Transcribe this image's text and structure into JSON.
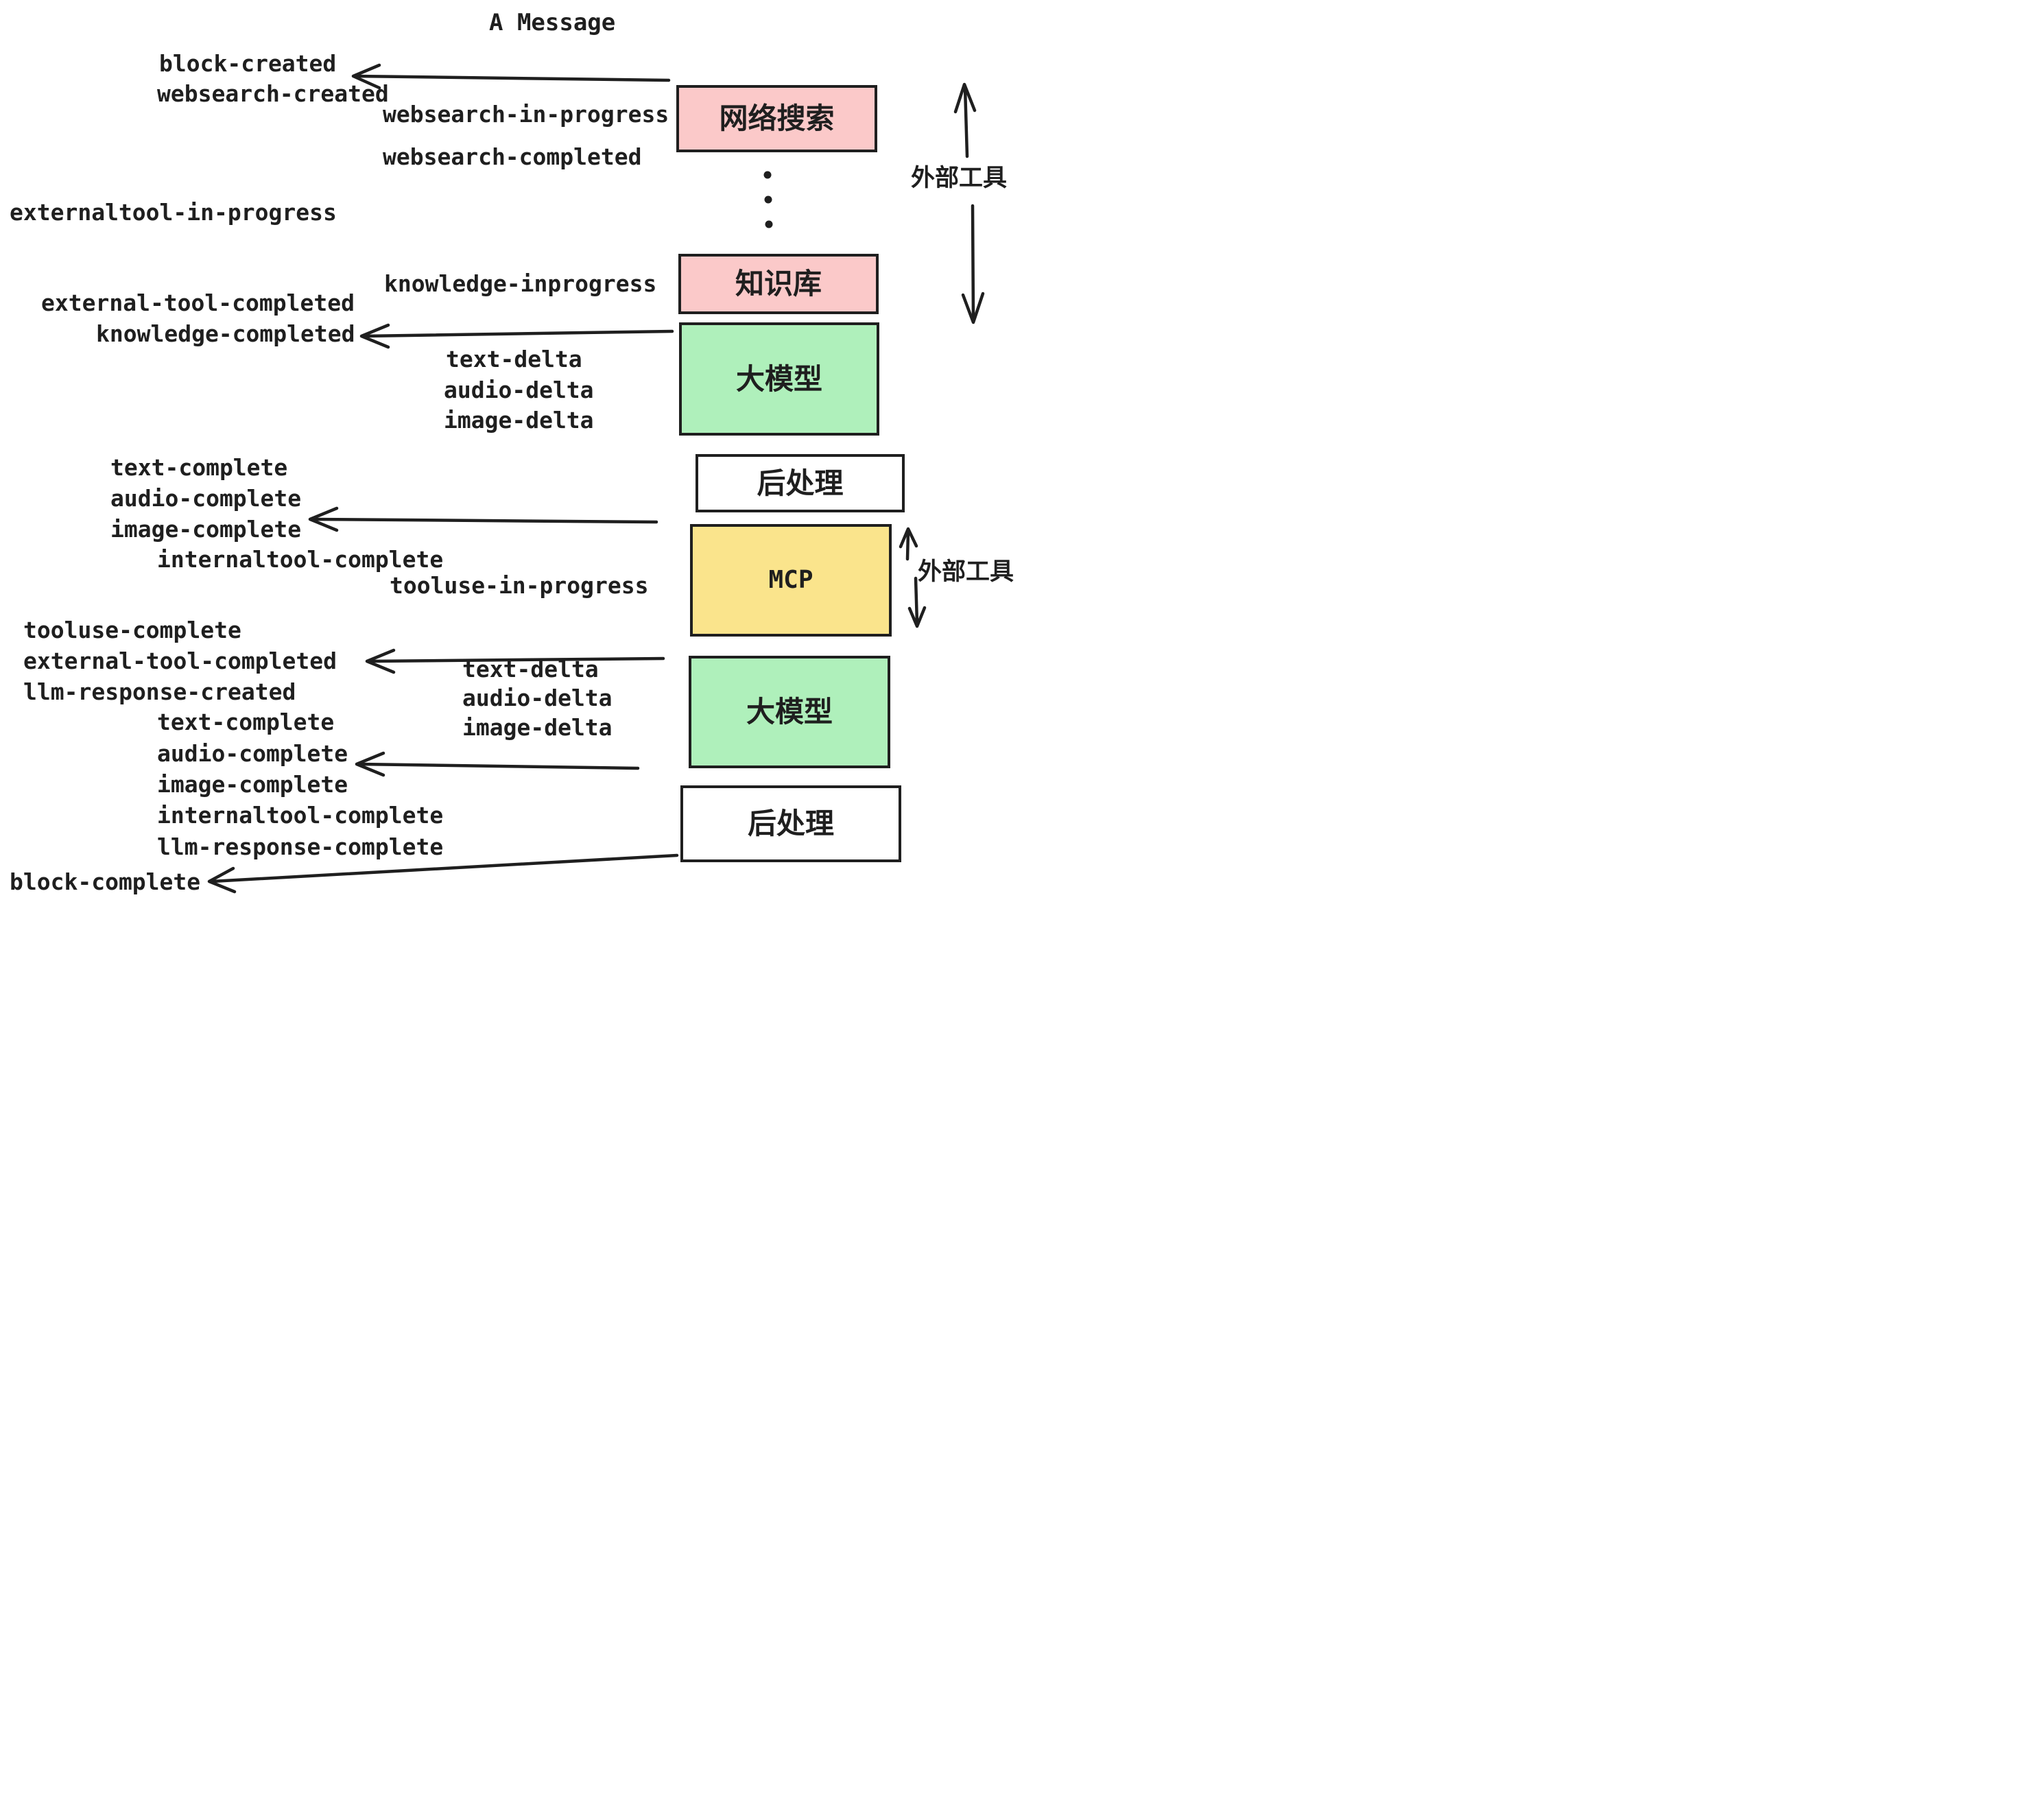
{
  "title": "A Message",
  "colors": {
    "pink": "#fbc9c9",
    "green": "#aff0bb",
    "yellow": "#fae48c",
    "white": "#ffffff",
    "ink": "#1f1f1f"
  },
  "boxes": [
    {
      "id": "websearch",
      "label": "网络搜索",
      "color": "pink"
    },
    {
      "id": "knowledge",
      "label": "知识库",
      "color": "pink"
    },
    {
      "id": "llm-1",
      "label": "大模型",
      "color": "green"
    },
    {
      "id": "postprocess-1",
      "label": "后处理",
      "color": "white"
    },
    {
      "id": "mcp",
      "label": "MCP",
      "color": "yellow"
    },
    {
      "id": "llm-2",
      "label": "大模型",
      "color": "green"
    },
    {
      "id": "postprocess-2",
      "label": "后处理",
      "color": "white"
    }
  ],
  "side_labels": [
    {
      "label": "外部工具"
    },
    {
      "label": "外部工具"
    }
  ],
  "events": [
    {
      "label": "block-created"
    },
    {
      "label": "websearch-created"
    },
    {
      "label": "websearch-in-progress"
    },
    {
      "label": "websearch-completed"
    },
    {
      "label": "externaltool-in-progress"
    },
    {
      "label": "knowledge-inprogress"
    },
    {
      "label": "external-tool-completed"
    },
    {
      "label": "knowledge-completed"
    },
    {
      "label": "text-delta"
    },
    {
      "label": "audio-delta"
    },
    {
      "label": "image-delta"
    },
    {
      "label": "text-complete"
    },
    {
      "label": "audio-complete"
    },
    {
      "label": "image-complete"
    },
    {
      "label": "internaltool-complete"
    },
    {
      "label": "tooluse-in-progress"
    },
    {
      "label": "tooluse-complete"
    },
    {
      "label": "external-tool-completed"
    },
    {
      "label": "llm-response-created"
    },
    {
      "label": "text-complete"
    },
    {
      "label": "text-delta"
    },
    {
      "label": "audio-delta"
    },
    {
      "label": "image-delta"
    },
    {
      "label": "audio-complete"
    },
    {
      "label": "image-complete"
    },
    {
      "label": "internaltool-complete"
    },
    {
      "label": "llm-response-complete"
    },
    {
      "label": "block-complete"
    }
  ]
}
